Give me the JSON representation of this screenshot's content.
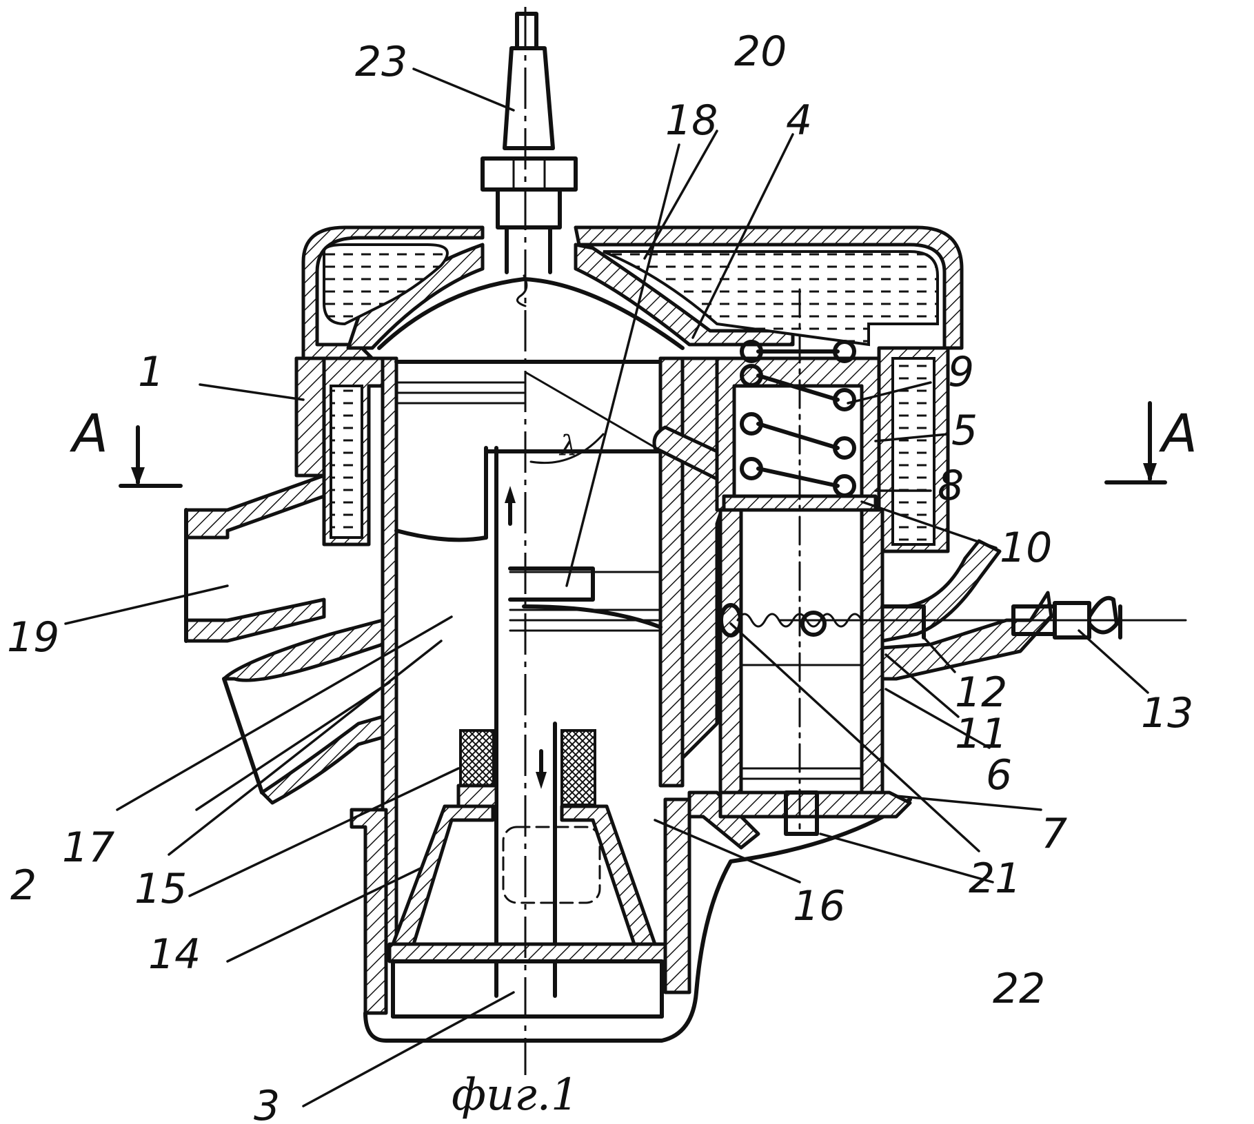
{
  "caption": "фиг.1",
  "section_marker": "A",
  "angle_symbol": "λ",
  "labels": [
    "1",
    "2",
    "3",
    "4",
    "5",
    "6",
    "7",
    "8",
    "9",
    "10",
    "11",
    "12",
    "13",
    "14",
    "15",
    "16",
    "17",
    "18",
    "19",
    "20",
    "21",
    "22",
    "23"
  ]
}
